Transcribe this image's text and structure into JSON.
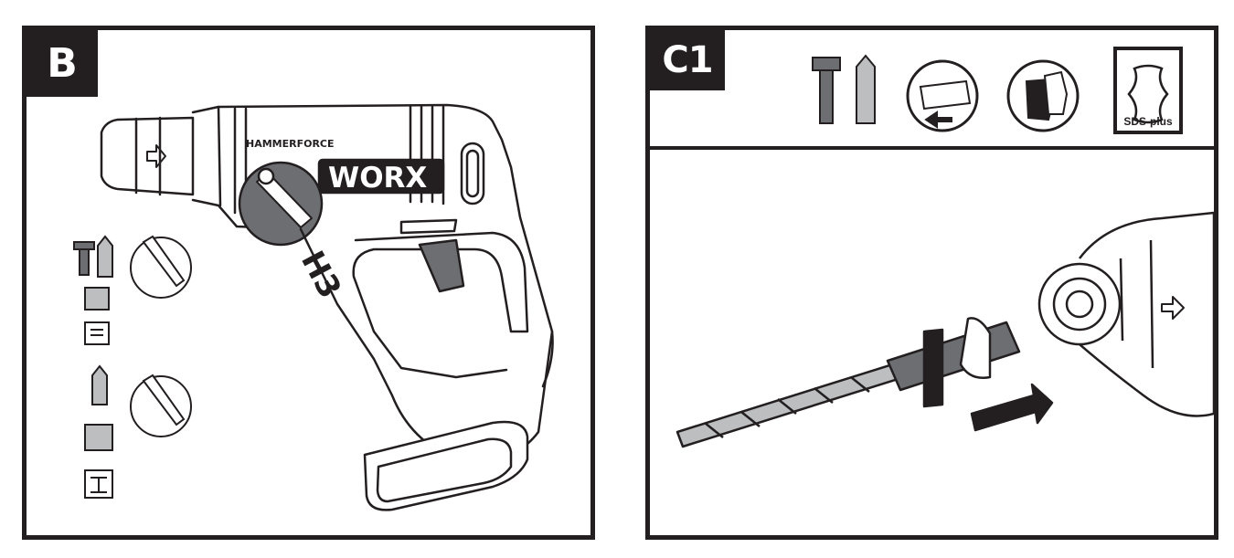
{
  "panels": {
    "b": {
      "tag": "B",
      "drill": {
        "brand": "WORX",
        "series": "HAMMERFORCE",
        "model": "H3"
      }
    },
    "c1": {
      "tag": "C1",
      "icons": [
        "hammer-drill-mode-icon",
        "chuck-release-icon",
        "safety-gloves-icon",
        "sds-plus-icon"
      ],
      "sds_label": "SDS-plus"
    }
  },
  "colors": {
    "outline": "#231f20",
    "grey": "#6d6e71",
    "light_grey": "#bcbec0",
    "background": "#ffffff"
  }
}
